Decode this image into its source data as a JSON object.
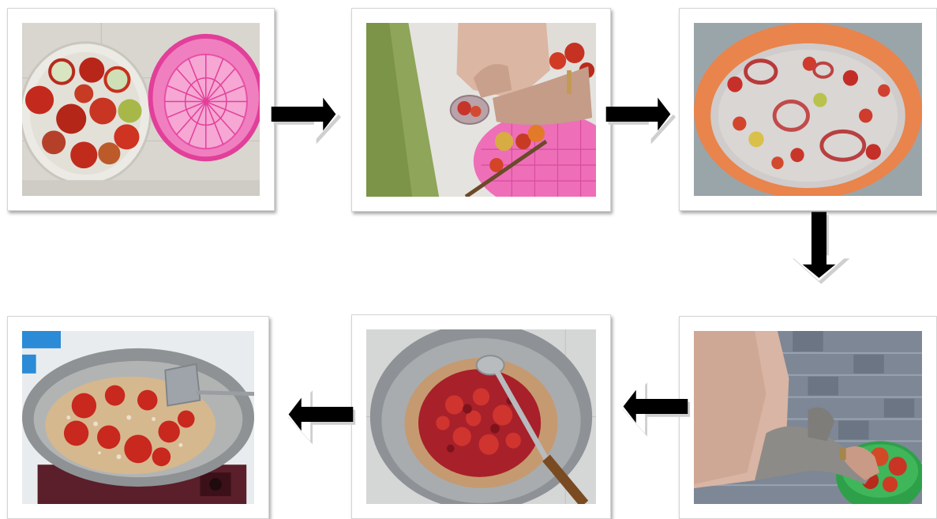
{
  "steps": [
    {
      "id": 1,
      "subject": "tomatoes-in-bowl-with-pink-colander"
    },
    {
      "id": 2,
      "subject": "cutting-tomatoes-over-pink-colander"
    },
    {
      "id": 3,
      "subject": "tomato-pieces-soaking-in-orange-basin"
    },
    {
      "id": 4,
      "subject": "washing-tomatoes-in-green-bowl"
    },
    {
      "id": 5,
      "subject": "frying-chopped-tomatoes-in-wok"
    },
    {
      "id": 6,
      "subject": "boiling-whole-tomatoes-in-wok"
    }
  ],
  "flow": [
    "1-to-2",
    "2-to-3",
    "3-to-4",
    "4-to-5",
    "5-to-6"
  ],
  "colors": {
    "tomato": "#c8281e",
    "colander": "#e83f9a",
    "basin": "#e9844c",
    "bowl_green": "#2fa04a",
    "wok": "#8e9296",
    "arrow": "#000000"
  }
}
